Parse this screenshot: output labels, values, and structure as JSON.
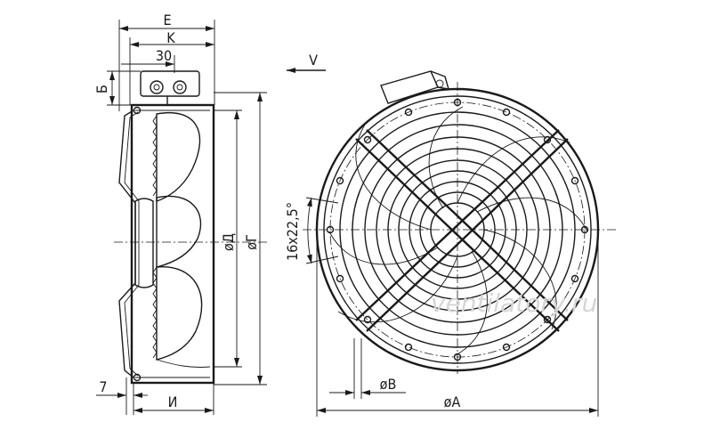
{
  "labels": {
    "E": "E",
    "K": "K",
    "d30": "30",
    "B_height": "Б",
    "V_view": "V",
    "D_inner": "øД",
    "G_outer": "øГ",
    "d7": "7",
    "I": "И",
    "angle": "16x22,5°",
    "B_hole": "øB",
    "A": "øA"
  },
  "watermark": "ventilatory.ru"
}
